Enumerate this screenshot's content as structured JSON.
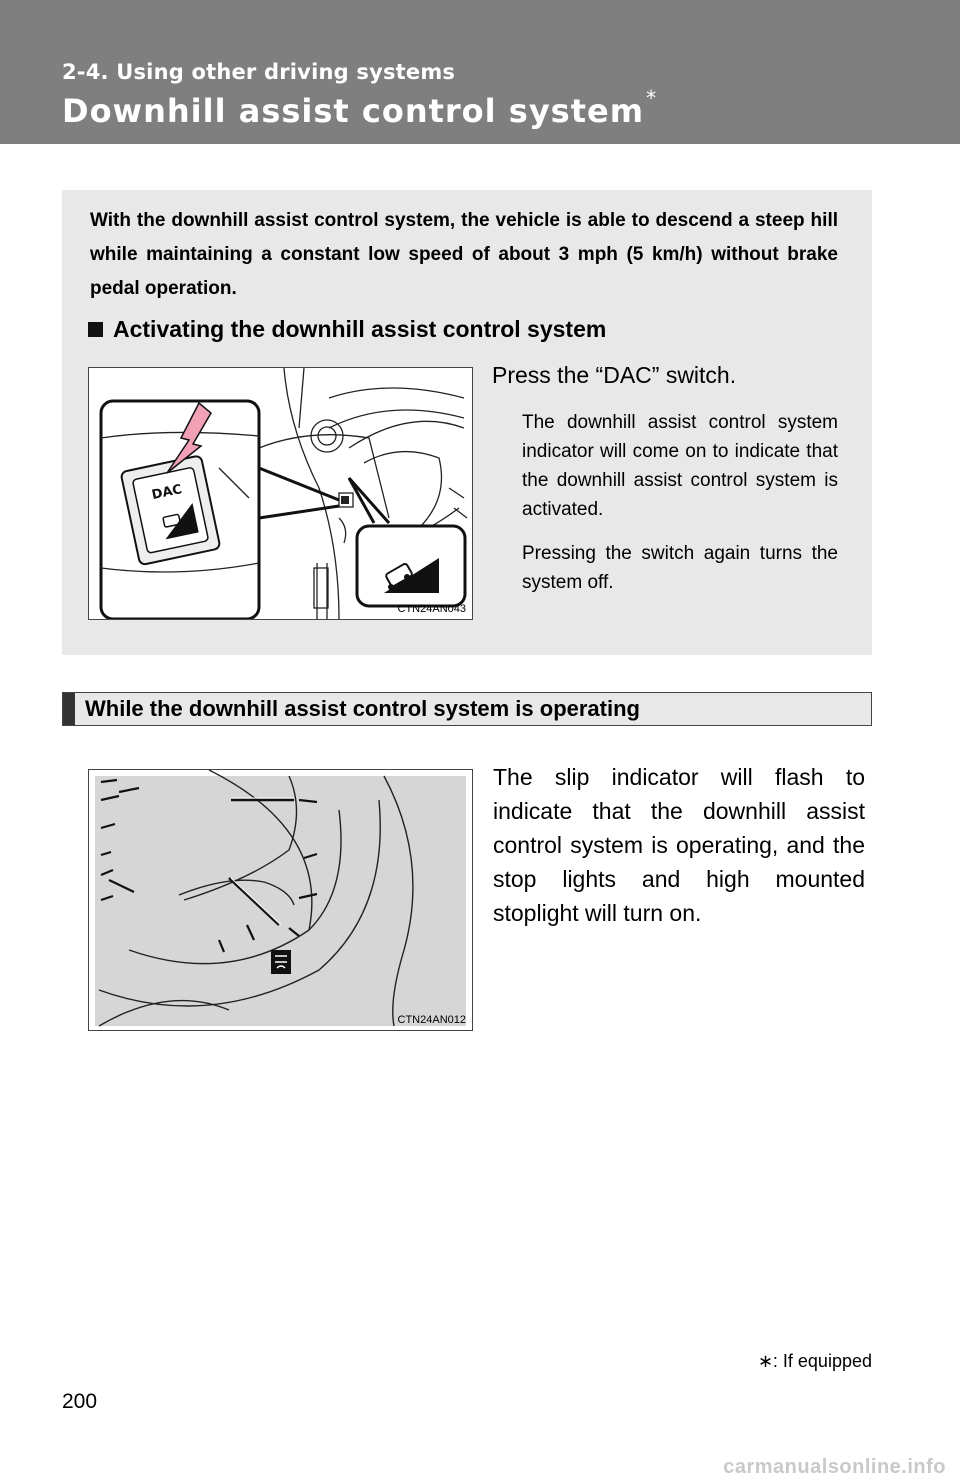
{
  "header": {
    "section": "2-4. Using other driving systems",
    "title": "Downhill assist control system",
    "title_mark": "*"
  },
  "intro": {
    "text": "With the downhill assist control system, the vehicle is able to descend a steep hill while maintaining a constant low speed of about 3 mph (5 km/h) without brake pedal operation."
  },
  "activating": {
    "heading": "Activating the downhill assist control system",
    "step": "Press the “DAC” switch.",
    "note1": "The downhill assist control system indicator will come on to indicate that the downhill assist control system is activated.",
    "note2": "Pressing the switch again turns the system off.",
    "figure_code": "CTN24AN043",
    "switch_label": "DAC"
  },
  "operating": {
    "heading": "While the downhill assist control system is operating",
    "text": "The slip indicator will flash to indicate that the downhill assist control system is operating, and the stop lights and high mounted stoplight will turn on.",
    "figure_code": "CTN24AN012"
  },
  "footnote": "∗: If equipped",
  "page_number": "200",
  "watermark": "carmanualsonline.info",
  "colors": {
    "header_bg": "#7f7f7f",
    "box_bg": "#e8e8e8",
    "highlight": "#f2a0b5"
  }
}
